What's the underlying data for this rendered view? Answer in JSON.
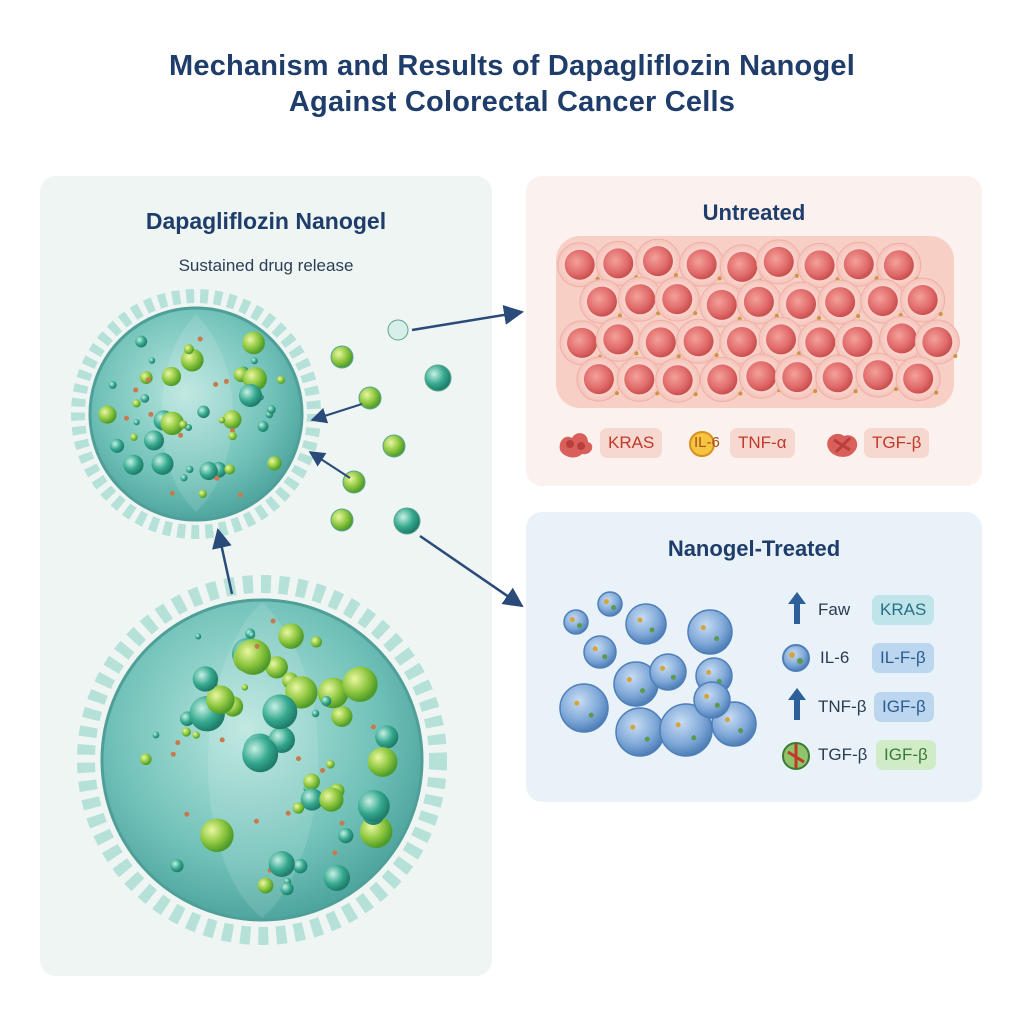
{
  "title": {
    "line1": "Mechanism and Results of Dapagliflozin Nanogel",
    "line2": "Against Colorectal Cancer Cells"
  },
  "nanogel_panel": {
    "title": "Dapagliflozin Nanogel",
    "subtitle": "Sustained drug release"
  },
  "untreated_panel": {
    "title": "Untreated",
    "markers": [
      {
        "label": "KRAS",
        "icon": "protein-icon"
      },
      {
        "label": "IL-6",
        "icon": "cytokine-icon"
      },
      {
        "label": "TNF-α",
        "icon": ""
      },
      {
        "label": "TGF-β",
        "icon": "protein-icon"
      }
    ]
  },
  "treated_panel": {
    "title": "Nanogel-Treated",
    "rows": [
      {
        "icon": "arrow-up-icon",
        "left": "Faw",
        "right": "KRAS"
      },
      {
        "icon": "cell-icon",
        "left": "IL-6",
        "right": "IL-F-β"
      },
      {
        "icon": "arrow-up-icon",
        "left": "TNF-β",
        "right": "IGF-β"
      },
      {
        "icon": "protein-icon",
        "left": "TGF-β",
        "right": "IGF-β"
      }
    ]
  },
  "colors": {
    "heading": "#1f3d6b",
    "nanogel": "#5fb8b2",
    "cancer_cell": "#e06a6a",
    "treated_cell": "#6d9bd1",
    "arrow": "#2a4a7a"
  }
}
